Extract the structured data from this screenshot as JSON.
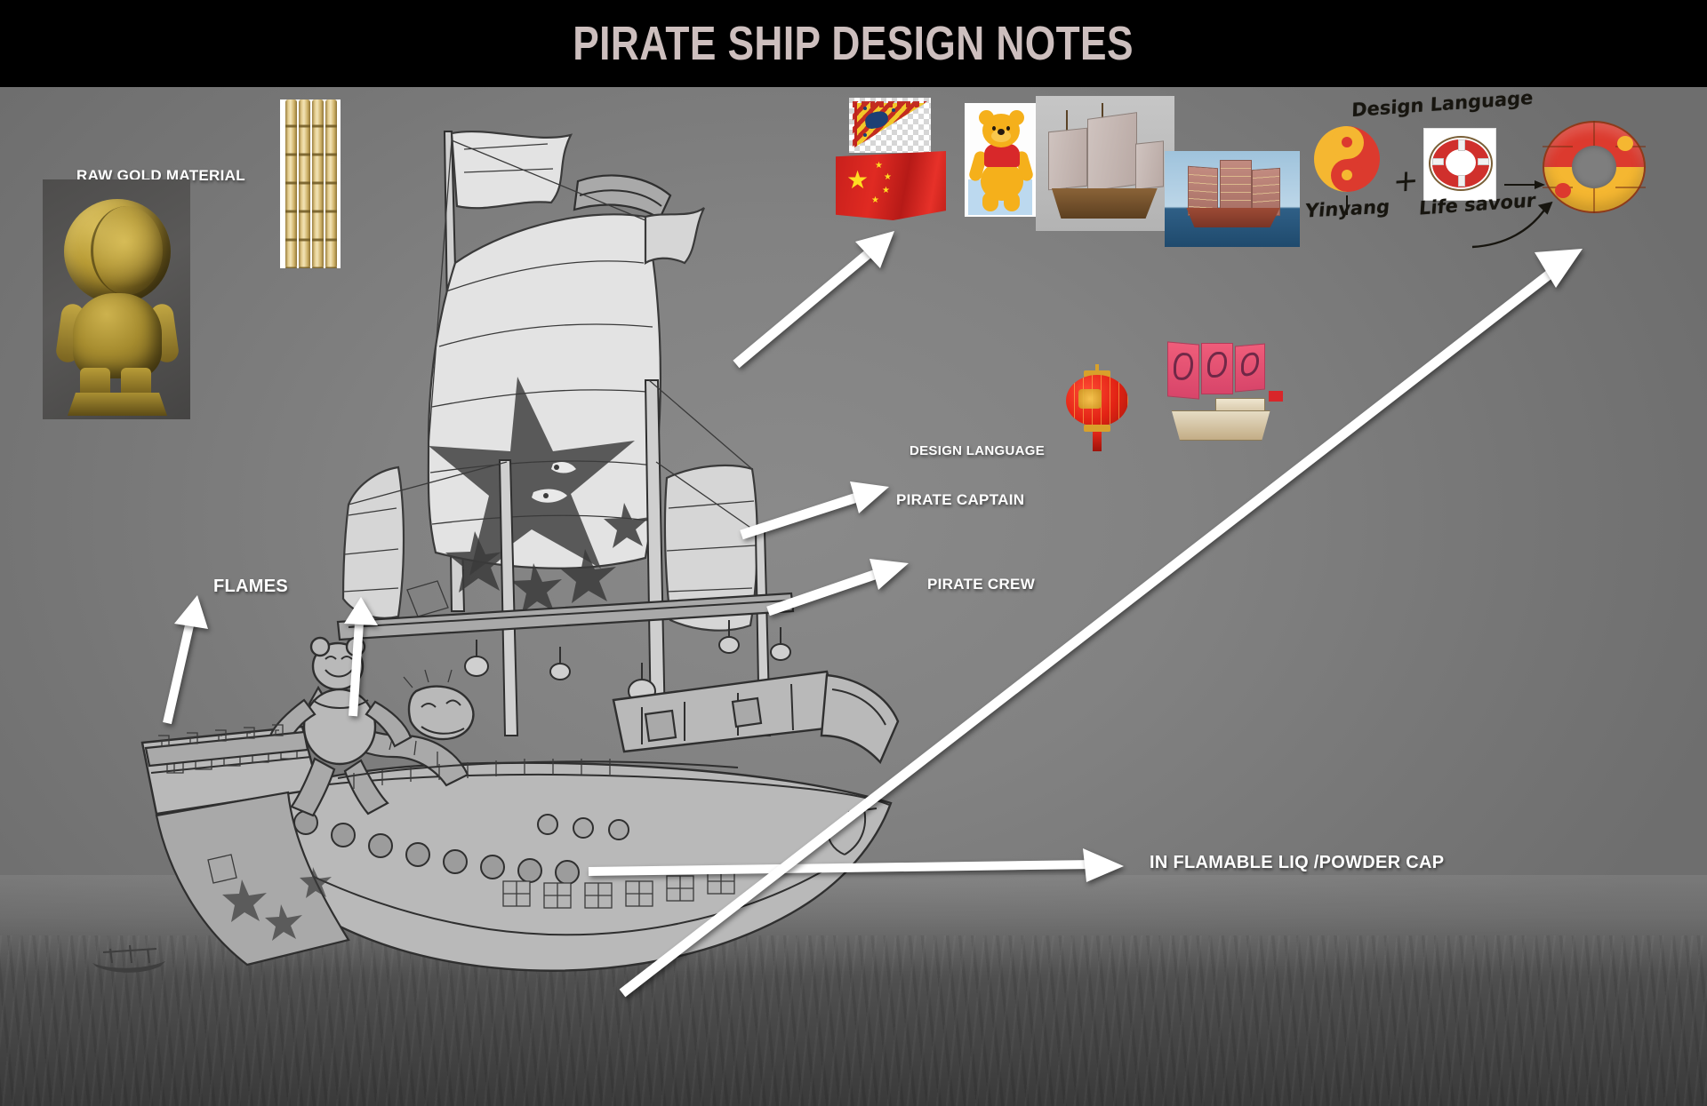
{
  "header": {
    "title": "PIRATE SHIP DESIGN NOTES",
    "bg_color": "#000000",
    "text_color": "#cdbfbe"
  },
  "canvas": {
    "bg_color": "#7e7e7e",
    "description": "Grey concept-art board with a greyscale Chinese junk pirate ship sketch over a rough sea, surrounded by colour reference images and white callout labels."
  },
  "labels": {
    "raw_gold_material": "RAW GOLD MATERIAL",
    "flames": "FLAMES",
    "design_language": "DESIGN LANGUAGE",
    "pirate_captain": "PIRATE CAPTAIN",
    "pirate_crew": "PIRATE  CREW",
    "inflammable": "IN FLAMABLE  LIQ /POWDER  CAP"
  },
  "handwriting": {
    "design_language": "Design Language",
    "yinyang": "Yinyang",
    "life_savour": "Life savour",
    "plus": "+"
  },
  "references": [
    {
      "id": "gold-statue",
      "name": "raw-gold-material-photo",
      "caption": "RAW GOLD MATERIAL"
    },
    {
      "id": "bamboo",
      "name": "bamboo-poles-photo",
      "caption": ""
    },
    {
      "id": "pennant",
      "name": "dragon-pennant-flag",
      "caption": ""
    },
    {
      "id": "china-flag",
      "name": "china-flag",
      "caption": ""
    },
    {
      "id": "pooh",
      "name": "winnie-the-pooh-cutout",
      "caption": ""
    },
    {
      "id": "junk-render",
      "name": "chinese-junk-render",
      "caption": ""
    },
    {
      "id": "junk-photo",
      "name": "chinese-junk-photo",
      "caption": ""
    },
    {
      "id": "lantern",
      "name": "chinese-lantern-photo",
      "caption": ""
    },
    {
      "id": "pink-junk",
      "name": "pink-sail-junk-model",
      "caption": ""
    },
    {
      "id": "yinyang",
      "name": "yinyang-symbol",
      "caption": "Yinyang"
    },
    {
      "id": "lifesaver",
      "name": "life-ring-photo",
      "caption": "Life savour"
    },
    {
      "id": "result-ring",
      "name": "yinyang-life-ring-result",
      "caption": ""
    }
  ],
  "colors": {
    "flag_red": "#d8262a",
    "flag_yellow": "#ffdd22",
    "yin_yellow": "#f5b731",
    "yang_red": "#dc3a2e",
    "gold": "#b99c36",
    "lantern_red": "#e22314",
    "pink_sail": "#ef5d7a",
    "label_white": "#ffffff",
    "ink_black": "#17150f"
  },
  "annotations": [
    {
      "name": "arrow-to-china-flag",
      "from": "ship-mast-flag",
      "to": "china-flag",
      "style": "straight-white"
    },
    {
      "name": "arrow-to-captain",
      "from": "ship-bear-figure",
      "to": "pirate-captain",
      "style": "straight-white"
    },
    {
      "name": "arrow-to-crew",
      "from": "ship-deck-crew",
      "to": "pirate-crew",
      "style": "straight-white"
    },
    {
      "name": "arrow-to-flames-left",
      "from": "torch-left",
      "to": "flames",
      "style": "straight-white"
    },
    {
      "name": "arrow-to-flames-right",
      "from": "torch-right",
      "to": "flames",
      "style": "straight-white"
    },
    {
      "name": "arrow-to-cap",
      "from": "hull-cannon-row",
      "to": "inflammable-cap",
      "style": "straight-white"
    },
    {
      "name": "arrow-to-result-ring",
      "from": "hull-rings",
      "to": "result-ring",
      "style": "long-diagonal-white"
    },
    {
      "name": "arrow-photo-to-result",
      "from": "life-ring-photo",
      "to": "result-ring",
      "style": "thin-black"
    },
    {
      "name": "arrow-savour-to-result",
      "from": "life-savour-text",
      "to": "result-ring",
      "style": "thin-black-curved"
    }
  ]
}
